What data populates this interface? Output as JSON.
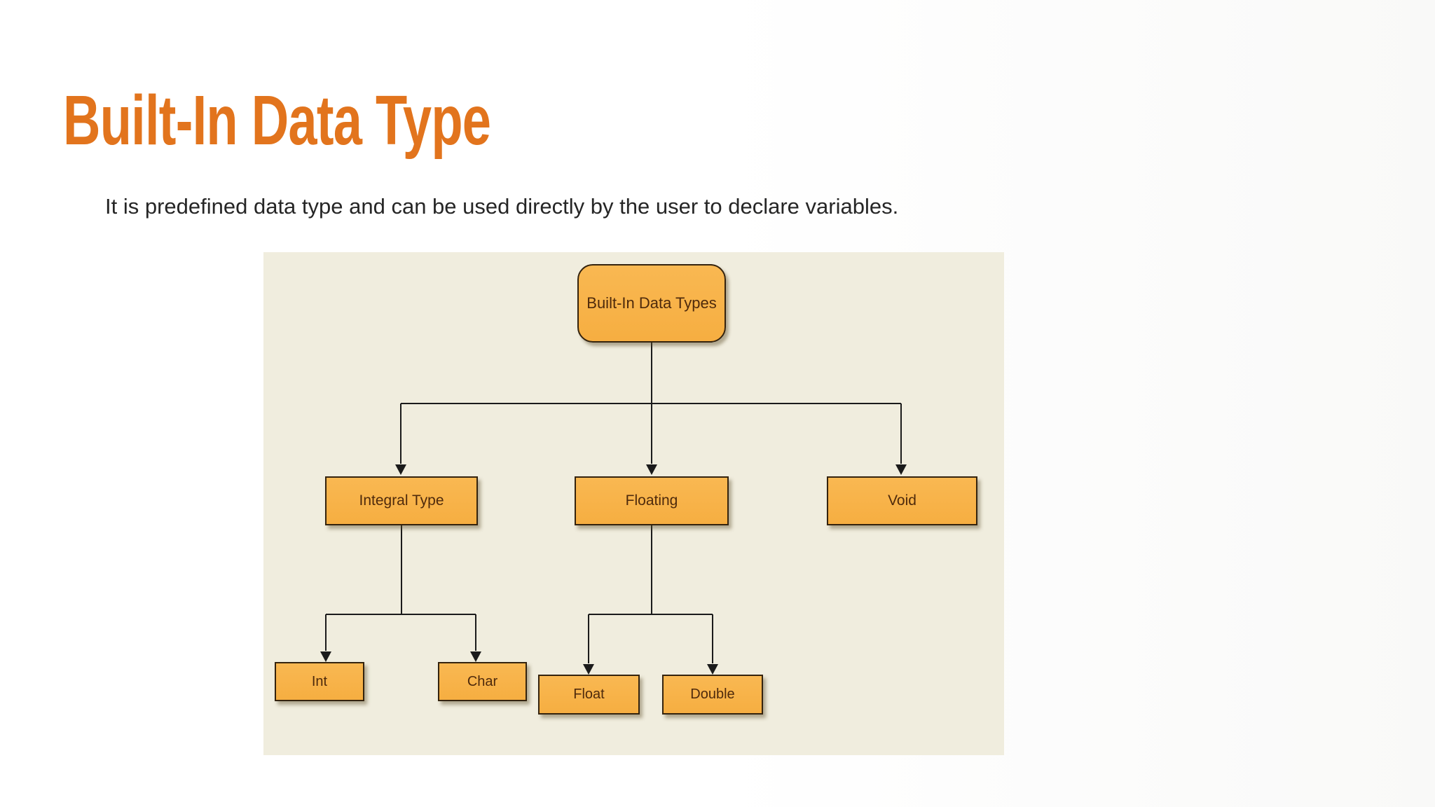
{
  "slide": {
    "title": "Built-In Data Type",
    "subtitle": "It is predefined data type and can be used directly by the user to declare variables."
  },
  "diagram": {
    "root": {
      "label": "Built-In Data Types"
    },
    "children": [
      {
        "label": "Integral Type"
      },
      {
        "label": "Floating"
      },
      {
        "label": "Void"
      }
    ],
    "integral_children": [
      {
        "label": "Int"
      },
      {
        "label": "Char"
      }
    ],
    "floating_children": [
      {
        "label": "Float"
      },
      {
        "label": "Double"
      }
    ],
    "colors": {
      "title_orange": "#e2741d",
      "panel_background": "#f0edde",
      "node_fill": "#f7b24a",
      "node_border": "#34230e",
      "node_text": "#4e2a0c",
      "connector_line": "#1b1b1b"
    }
  }
}
